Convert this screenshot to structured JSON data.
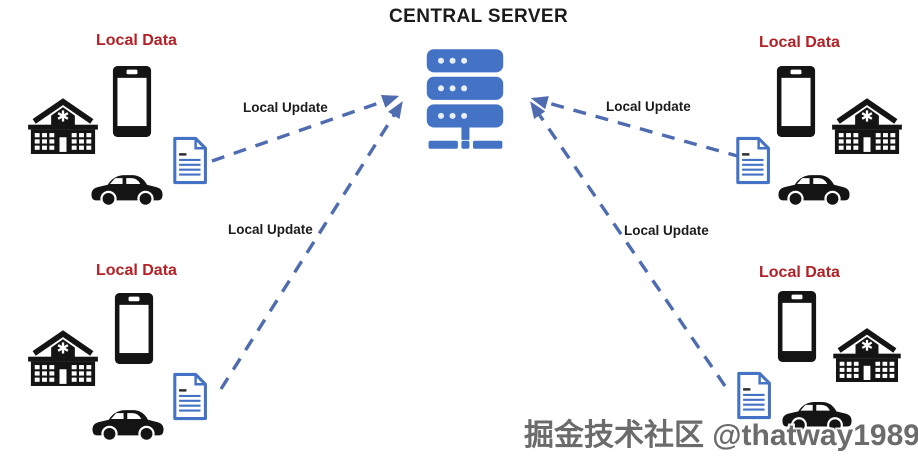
{
  "title": "CENTRAL SERVER",
  "server": {
    "icon": "server-stack-icon"
  },
  "nodes": [
    {
      "id": "top-left",
      "label": "Local Data",
      "devices": [
        "hospital",
        "smartphone",
        "car"
      ],
      "artifact": "document"
    },
    {
      "id": "top-right",
      "label": "Local Data",
      "devices": [
        "smartphone",
        "hospital",
        "car"
      ],
      "artifact": "document"
    },
    {
      "id": "bottom-left",
      "label": "Local Data",
      "devices": [
        "hospital",
        "smartphone",
        "car"
      ],
      "artifact": "document"
    },
    {
      "id": "bottom-right",
      "label": "Local Data",
      "devices": [
        "smartphone",
        "hospital",
        "car"
      ],
      "artifact": "document"
    }
  ],
  "edges": [
    {
      "from": "top-left",
      "to": "central-server",
      "label": "Local Update",
      "style": "dashed-arrow"
    },
    {
      "from": "top-right",
      "to": "central-server",
      "label": "Local Update",
      "style": "dashed-arrow"
    },
    {
      "from": "bottom-left",
      "to": "central-server",
      "label": "Local Update",
      "style": "dashed-arrow"
    },
    {
      "from": "bottom-right",
      "to": "central-server",
      "label": "Local Update",
      "style": "dashed-arrow"
    }
  ],
  "watermark": {
    "text": "掘金技术社区 @thatway1989"
  },
  "colors": {
    "server_blue": "#4472C4",
    "arrow_blue": "#4F6CB0",
    "document_blue": "#4472C4",
    "local_data_red": "#B32025",
    "label_black": "#1C1C1C",
    "icon_black": "#141414",
    "watermark_gray": "#5F5F5F",
    "background": "#FFFFFF"
  }
}
